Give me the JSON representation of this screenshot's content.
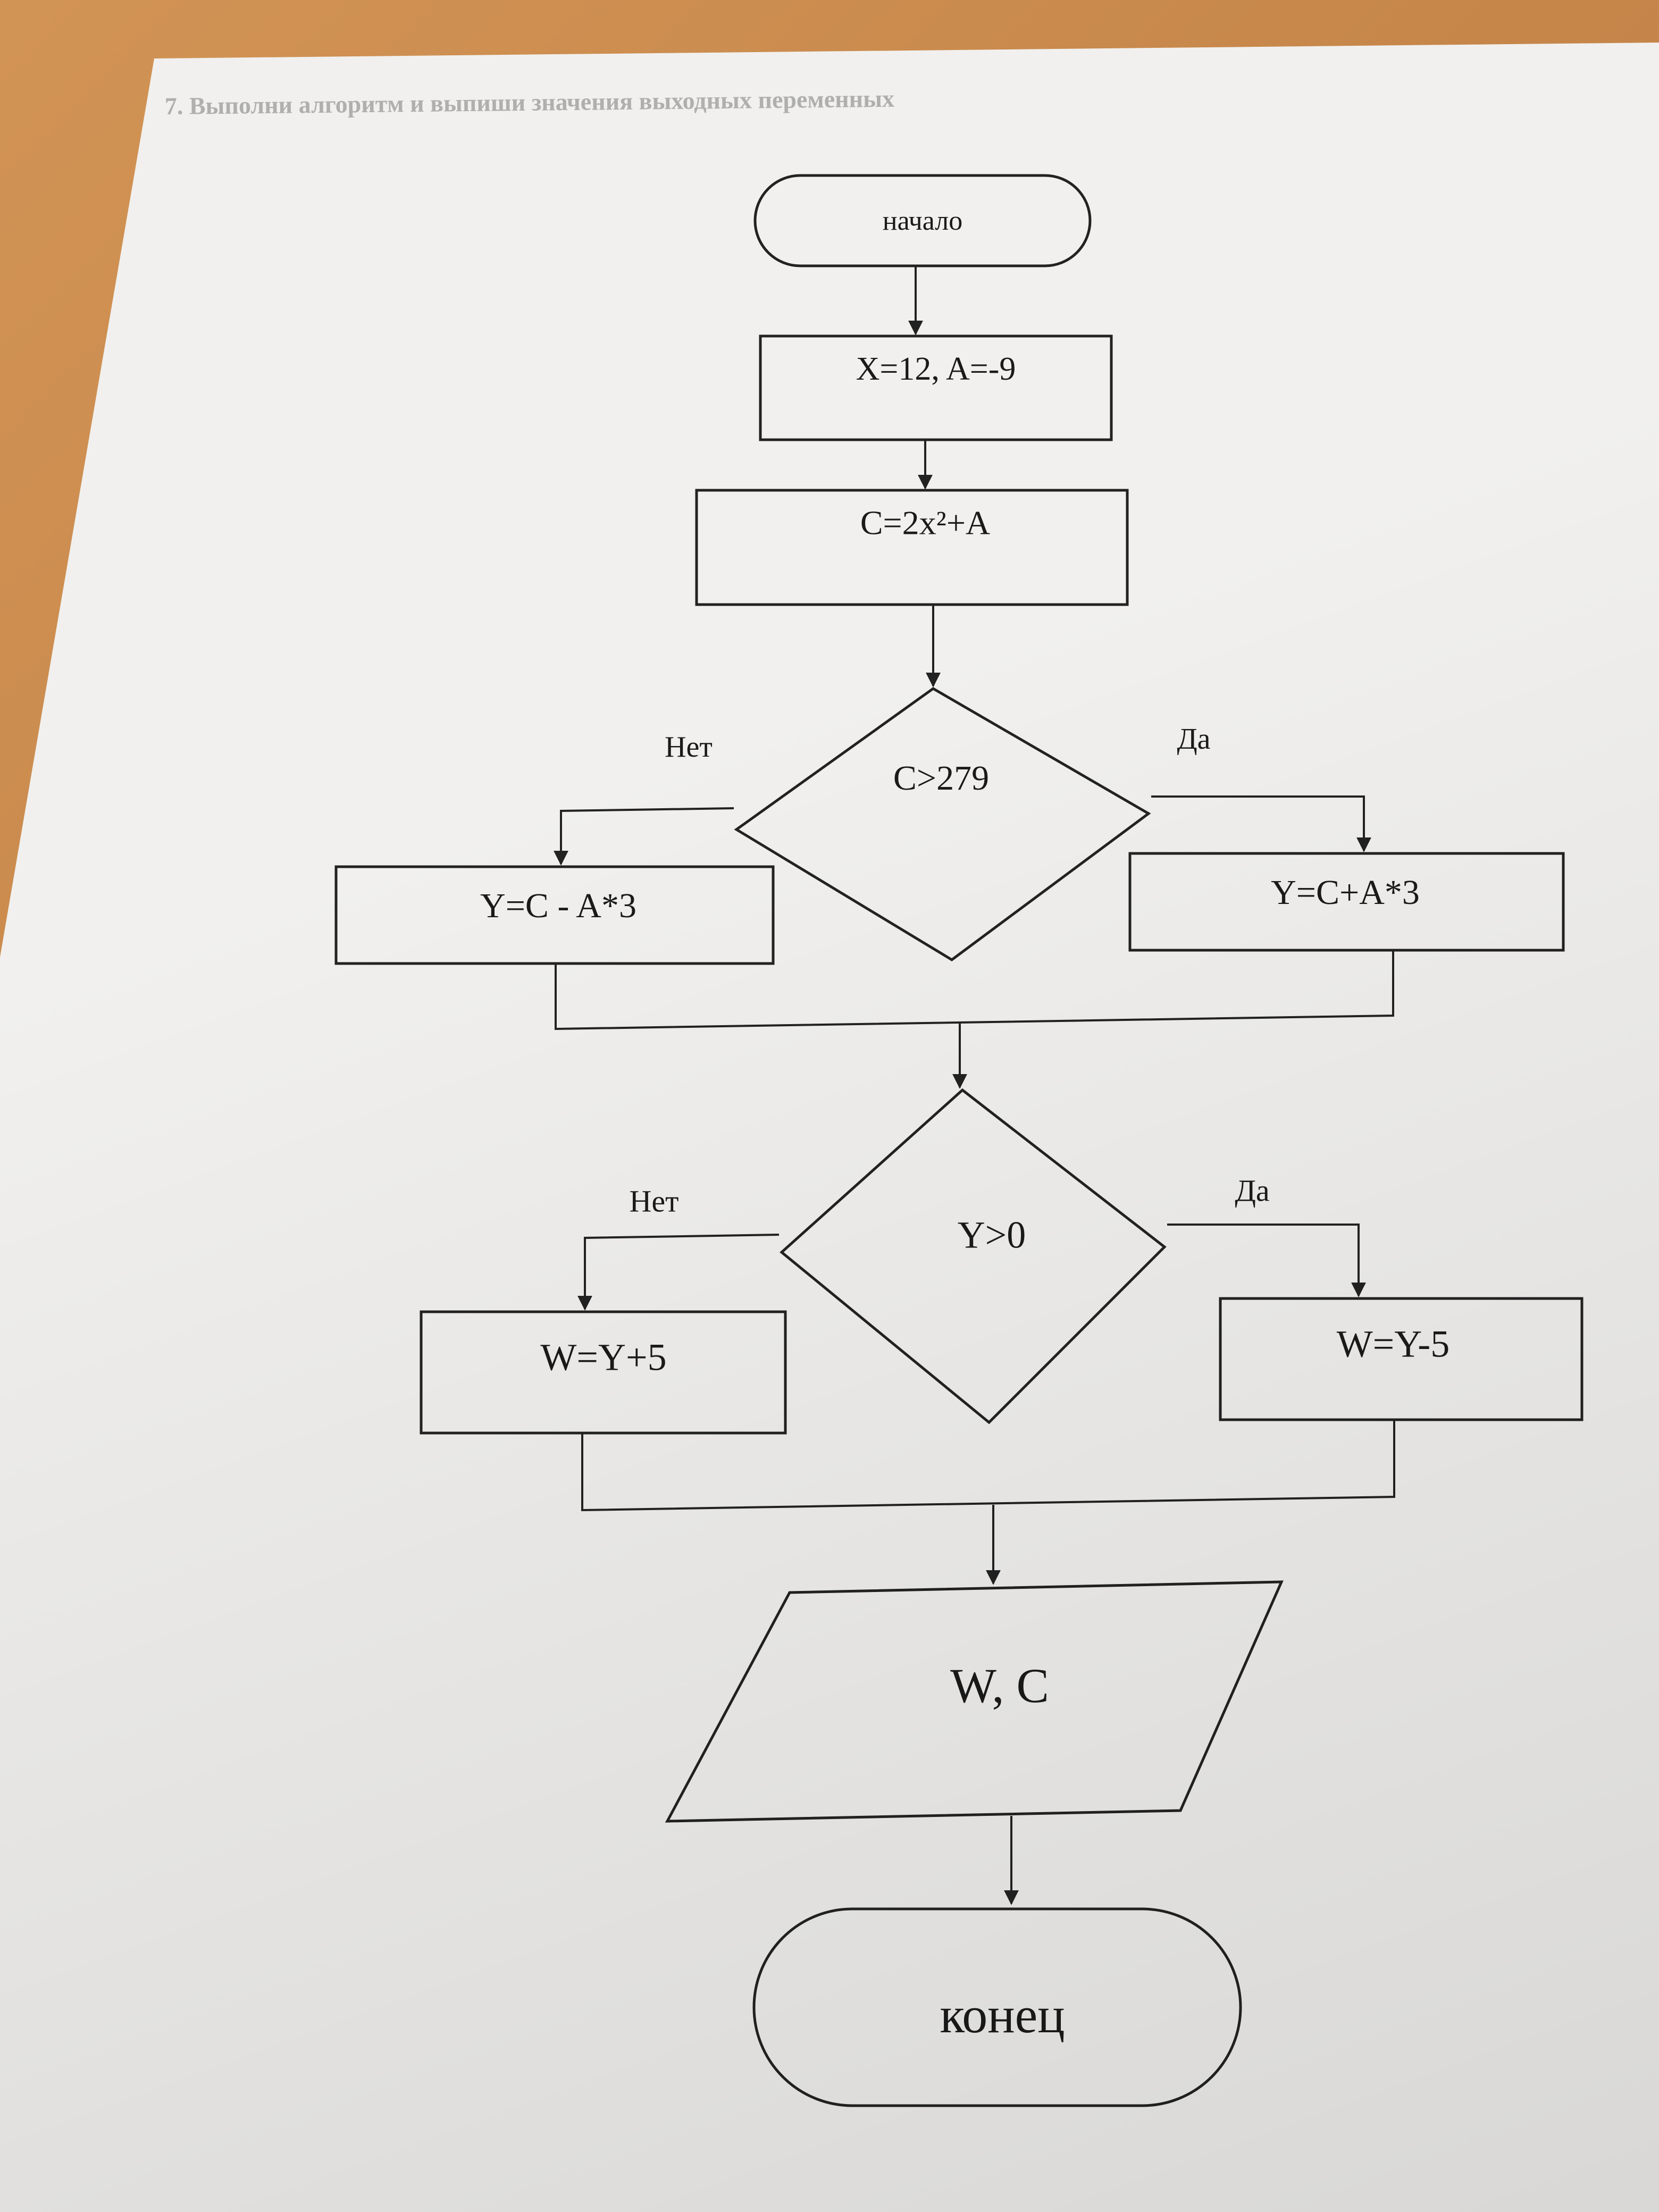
{
  "task_title": "7. Выполни алгоритм и выпиши значения выходных переменных",
  "flowchart": {
    "start": "начало",
    "init": "X=12, A=-9",
    "compute_c": "C=2x²+A",
    "decision1": {
      "condition": "C>279",
      "no_label": "Нет",
      "yes_label": "Да",
      "no_branch": "Y=C - A*3",
      "yes_branch": "Y=C+A*3"
    },
    "decision2": {
      "condition": "Y>0",
      "no_label": "Нет",
      "yes_label": "Да",
      "no_branch": "W=Y+5",
      "yes_branch": "W=Y-5"
    },
    "output": "W, C",
    "end": "конец"
  },
  "colors": {
    "paper": "#f1f0ee",
    "ink": "#222222",
    "desk": "#c98a4a"
  }
}
